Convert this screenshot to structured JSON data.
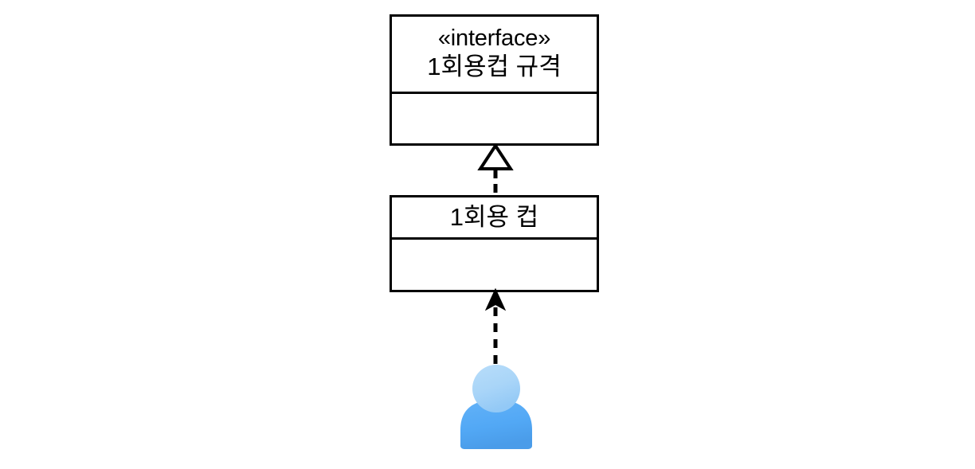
{
  "diagram": {
    "type": "uml-class-diagram",
    "background_color": "#ffffff",
    "line_color": "#000000",
    "nodes": [
      {
        "id": "interface",
        "kind": "interface",
        "stereotype": "«interface»",
        "name": "1회용컵 규격",
        "compartments_empty": true
      },
      {
        "id": "class",
        "kind": "class",
        "stereotype": "",
        "name": "1회용 컵",
        "compartments_empty": true
      }
    ],
    "edges": [
      {
        "id": "realization",
        "kind": "realization",
        "from": "class",
        "to": "interface",
        "line_style": "dashed",
        "arrowhead": "hollow-triangle",
        "label": ""
      },
      {
        "id": "dependency",
        "kind": "dependency",
        "from": "actor",
        "to": "class",
        "line_style": "dashed",
        "arrowhead": "filled-arrow",
        "label": ""
      }
    ],
    "actor": {
      "id": "actor",
      "icon": "person-icon",
      "label": "",
      "head_color": "#aed6f8",
      "body_color": "#52a8f5"
    }
  }
}
